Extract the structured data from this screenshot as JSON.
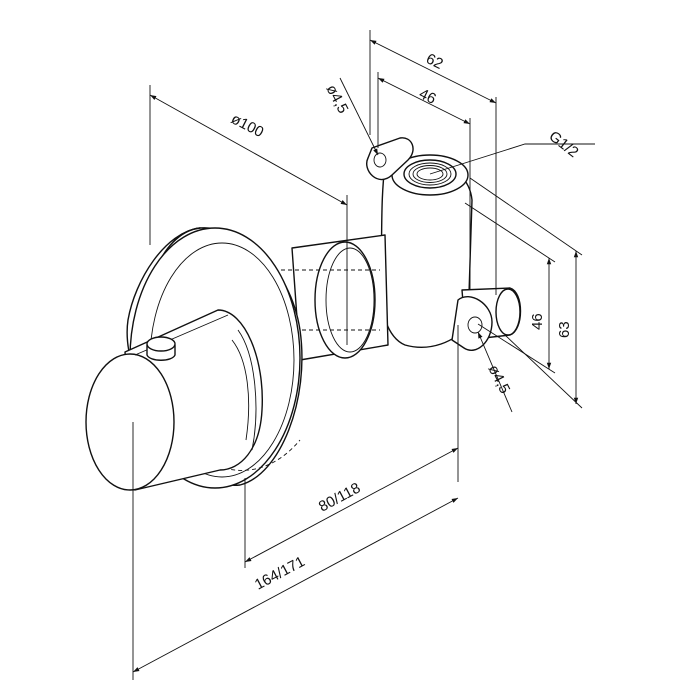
{
  "dimensions": {
    "d62": "62",
    "d46_top": "46",
    "dia45_top": "ø4,5",
    "thread": "G1/2",
    "dia100": "ø100",
    "d46_side": "46",
    "d63": "63",
    "dia45_bottom": "ø4,5",
    "d80_118": "80/118",
    "d164_171": "164/171"
  }
}
